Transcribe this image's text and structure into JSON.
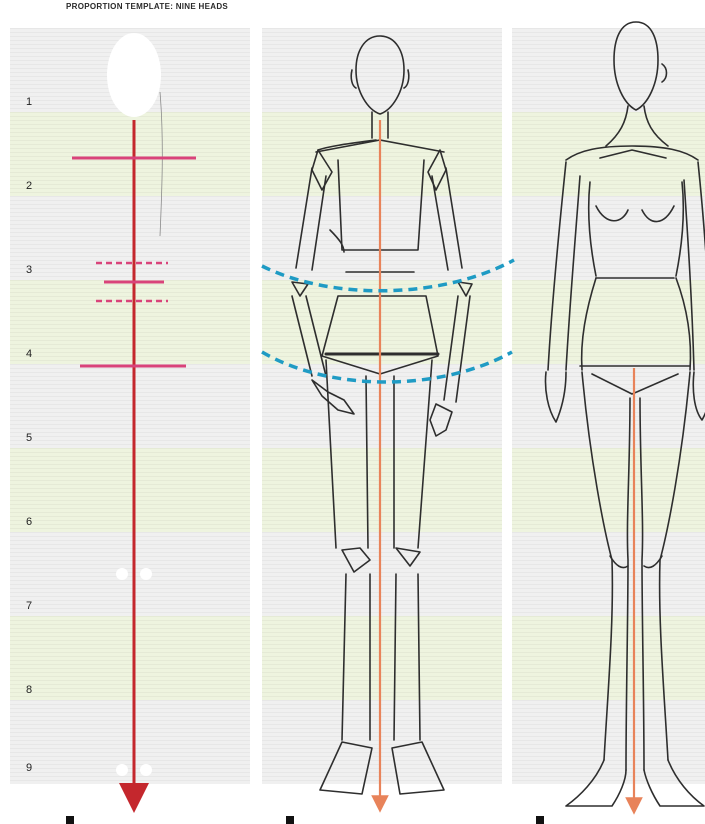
{
  "title": "PROPORTION TEMPLATE: NINE HEADS",
  "head_units": [
    "1",
    "2",
    "3",
    "4",
    "5",
    "6",
    "7",
    "8",
    "9"
  ],
  "colors": {
    "band_gray": "#f0f0f0",
    "band_green": "#eef4df",
    "measure_line": "#c4272d",
    "center_line": "#e8835a",
    "pink_marker": "#d9437a",
    "dashed_curve": "#1f9bc4",
    "sketch": "#2e2e2e"
  }
}
